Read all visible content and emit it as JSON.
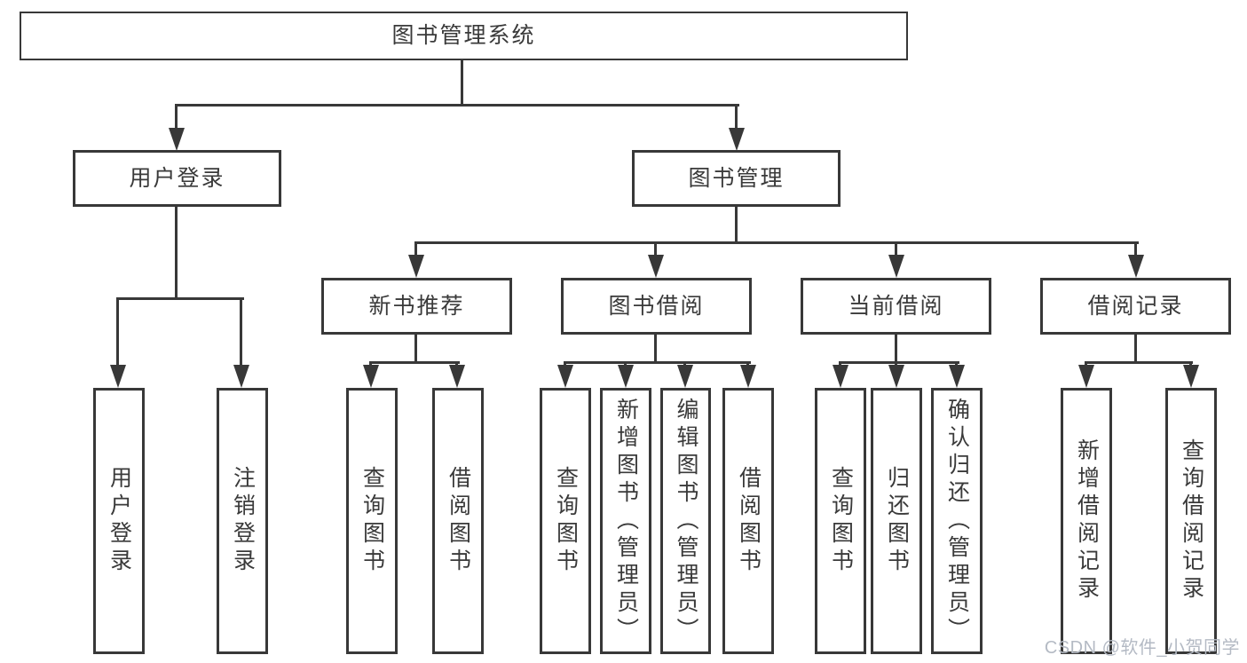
{
  "tree": {
    "label": "图书管理系统",
    "children": [
      {
        "label": "用户登录",
        "children": [
          {
            "label": "用户登录"
          },
          {
            "label": "注销登录"
          }
        ]
      },
      {
        "label": "图书管理",
        "children": [
          {
            "label": "新书推荐",
            "children": [
              {
                "label": "查询图书"
              },
              {
                "label": "借阅图书"
              }
            ]
          },
          {
            "label": "图书借阅",
            "children": [
              {
                "label": "查询图书"
              },
              {
                "label": "新增图书（管理员）"
              },
              {
                "label": "编辑图书（管理员）"
              },
              {
                "label": "借阅图书"
              }
            ]
          },
          {
            "label": "当前借阅",
            "children": [
              {
                "label": "查询图书"
              },
              {
                "label": "归还图书"
              },
              {
                "label": "确认归还（管理员）"
              }
            ]
          },
          {
            "label": "借阅记录",
            "children": [
              {
                "label": "新增借阅记录"
              },
              {
                "label": "查询借阅记录"
              }
            ]
          }
        ]
      }
    ]
  },
  "watermark": {
    "text": "CSDN @软件_小贺同学"
  },
  "colors": {
    "line": "#383838",
    "text": "#3a3a3a",
    "watermark": "#b4bac4",
    "background": "#ffffff"
  }
}
